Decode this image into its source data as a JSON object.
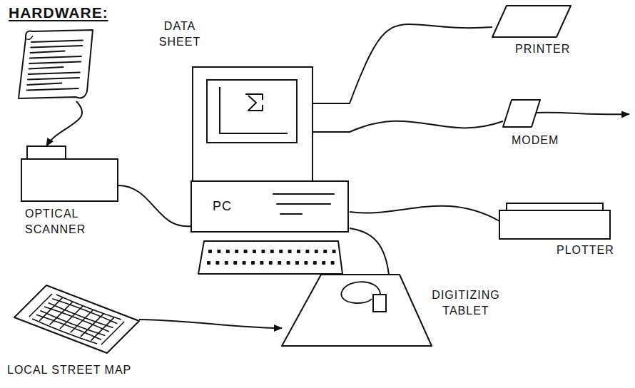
{
  "diagram": {
    "title": "HARDWARE:",
    "nodes": [
      {
        "text": [
          "DATA SHEET"
        ]
      },
      {
        "text": [
          "PRINTER"
        ]
      },
      {
        "text": [
          "OPTICAL SCANNER"
        ]
      },
      {
        "text": [
          "PC"
        ]
      },
      {
        "text": [
          "MODEM"
        ]
      },
      {
        "text": [
          "PLOTTER"
        ]
      },
      {
        "text": [
          "LOCAL STREET MAP"
        ]
      },
      {
        "text": [
          "DIGITIZING TABLET"
        ]
      }
    ],
    "edges": [
      {
        "from": 0,
        "to": 2,
        "arrow": "to"
      },
      {
        "from": 3,
        "to": 1,
        "arrow": "none"
      },
      {
        "from": 3,
        "to": 4,
        "arrow": "none"
      },
      {
        "from": 3,
        "to": 5,
        "arrow": "none"
      },
      {
        "from": 2,
        "to": 3,
        "arrow": "none"
      },
      {
        "from": 6,
        "to": 7,
        "arrow": "to"
      },
      {
        "from": 3,
        "to": 7,
        "arrow": "none"
      }
    ]
  }
}
